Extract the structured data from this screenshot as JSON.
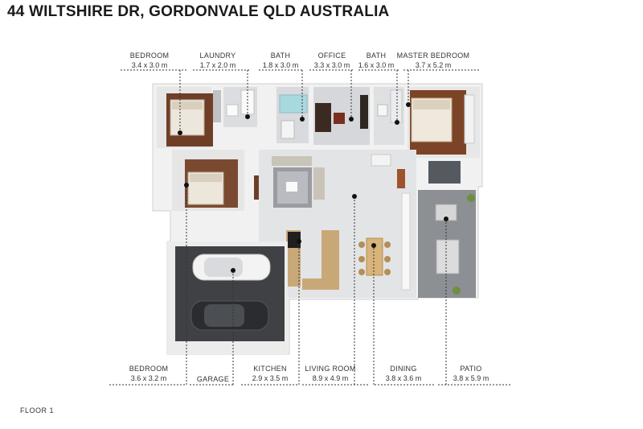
{
  "title": "44 WILTSHIRE DR, GORDONVALE QLD AUSTRALIA",
  "floor_label": "FLOOR 1",
  "top_rooms": [
    {
      "name": "BEDROOM",
      "dims": "3.4 x 3.0 m"
    },
    {
      "name": "LAUNDRY",
      "dims": "1.7 x 2.0 m"
    },
    {
      "name": "BATH",
      "dims": "1.8 x 3.0 m"
    },
    {
      "name": "OFFICE",
      "dims": "3.3 x 3.0 m"
    },
    {
      "name": "BATH",
      "dims": "1.6 x 3.0 m"
    },
    {
      "name": "MASTER BEDROOM",
      "dims": "3.7 x 5.2 m"
    }
  ],
  "bottom_rooms": [
    {
      "name": "BEDROOM",
      "dims": "3.6 x 3.2 m"
    },
    {
      "name": "GARAGE",
      "dims": ""
    },
    {
      "name": "KITCHEN",
      "dims": "2.9 x 3.5 m"
    },
    {
      "name": "LIVING ROOM",
      "dims": "8.9 x 4.9 m"
    },
    {
      "name": "DINING",
      "dims": "3.8 x 3.6 m"
    },
    {
      "name": "PATIO",
      "dims": "3.8 x 5.9 m"
    }
  ],
  "colors": {
    "wall": "#e9e9ea",
    "floor_tile": "#d9dadc",
    "timber": "#7a4a30",
    "garage_floor": "#3f4144",
    "patio": "#8c8f93",
    "bench": "#c9a878"
  }
}
